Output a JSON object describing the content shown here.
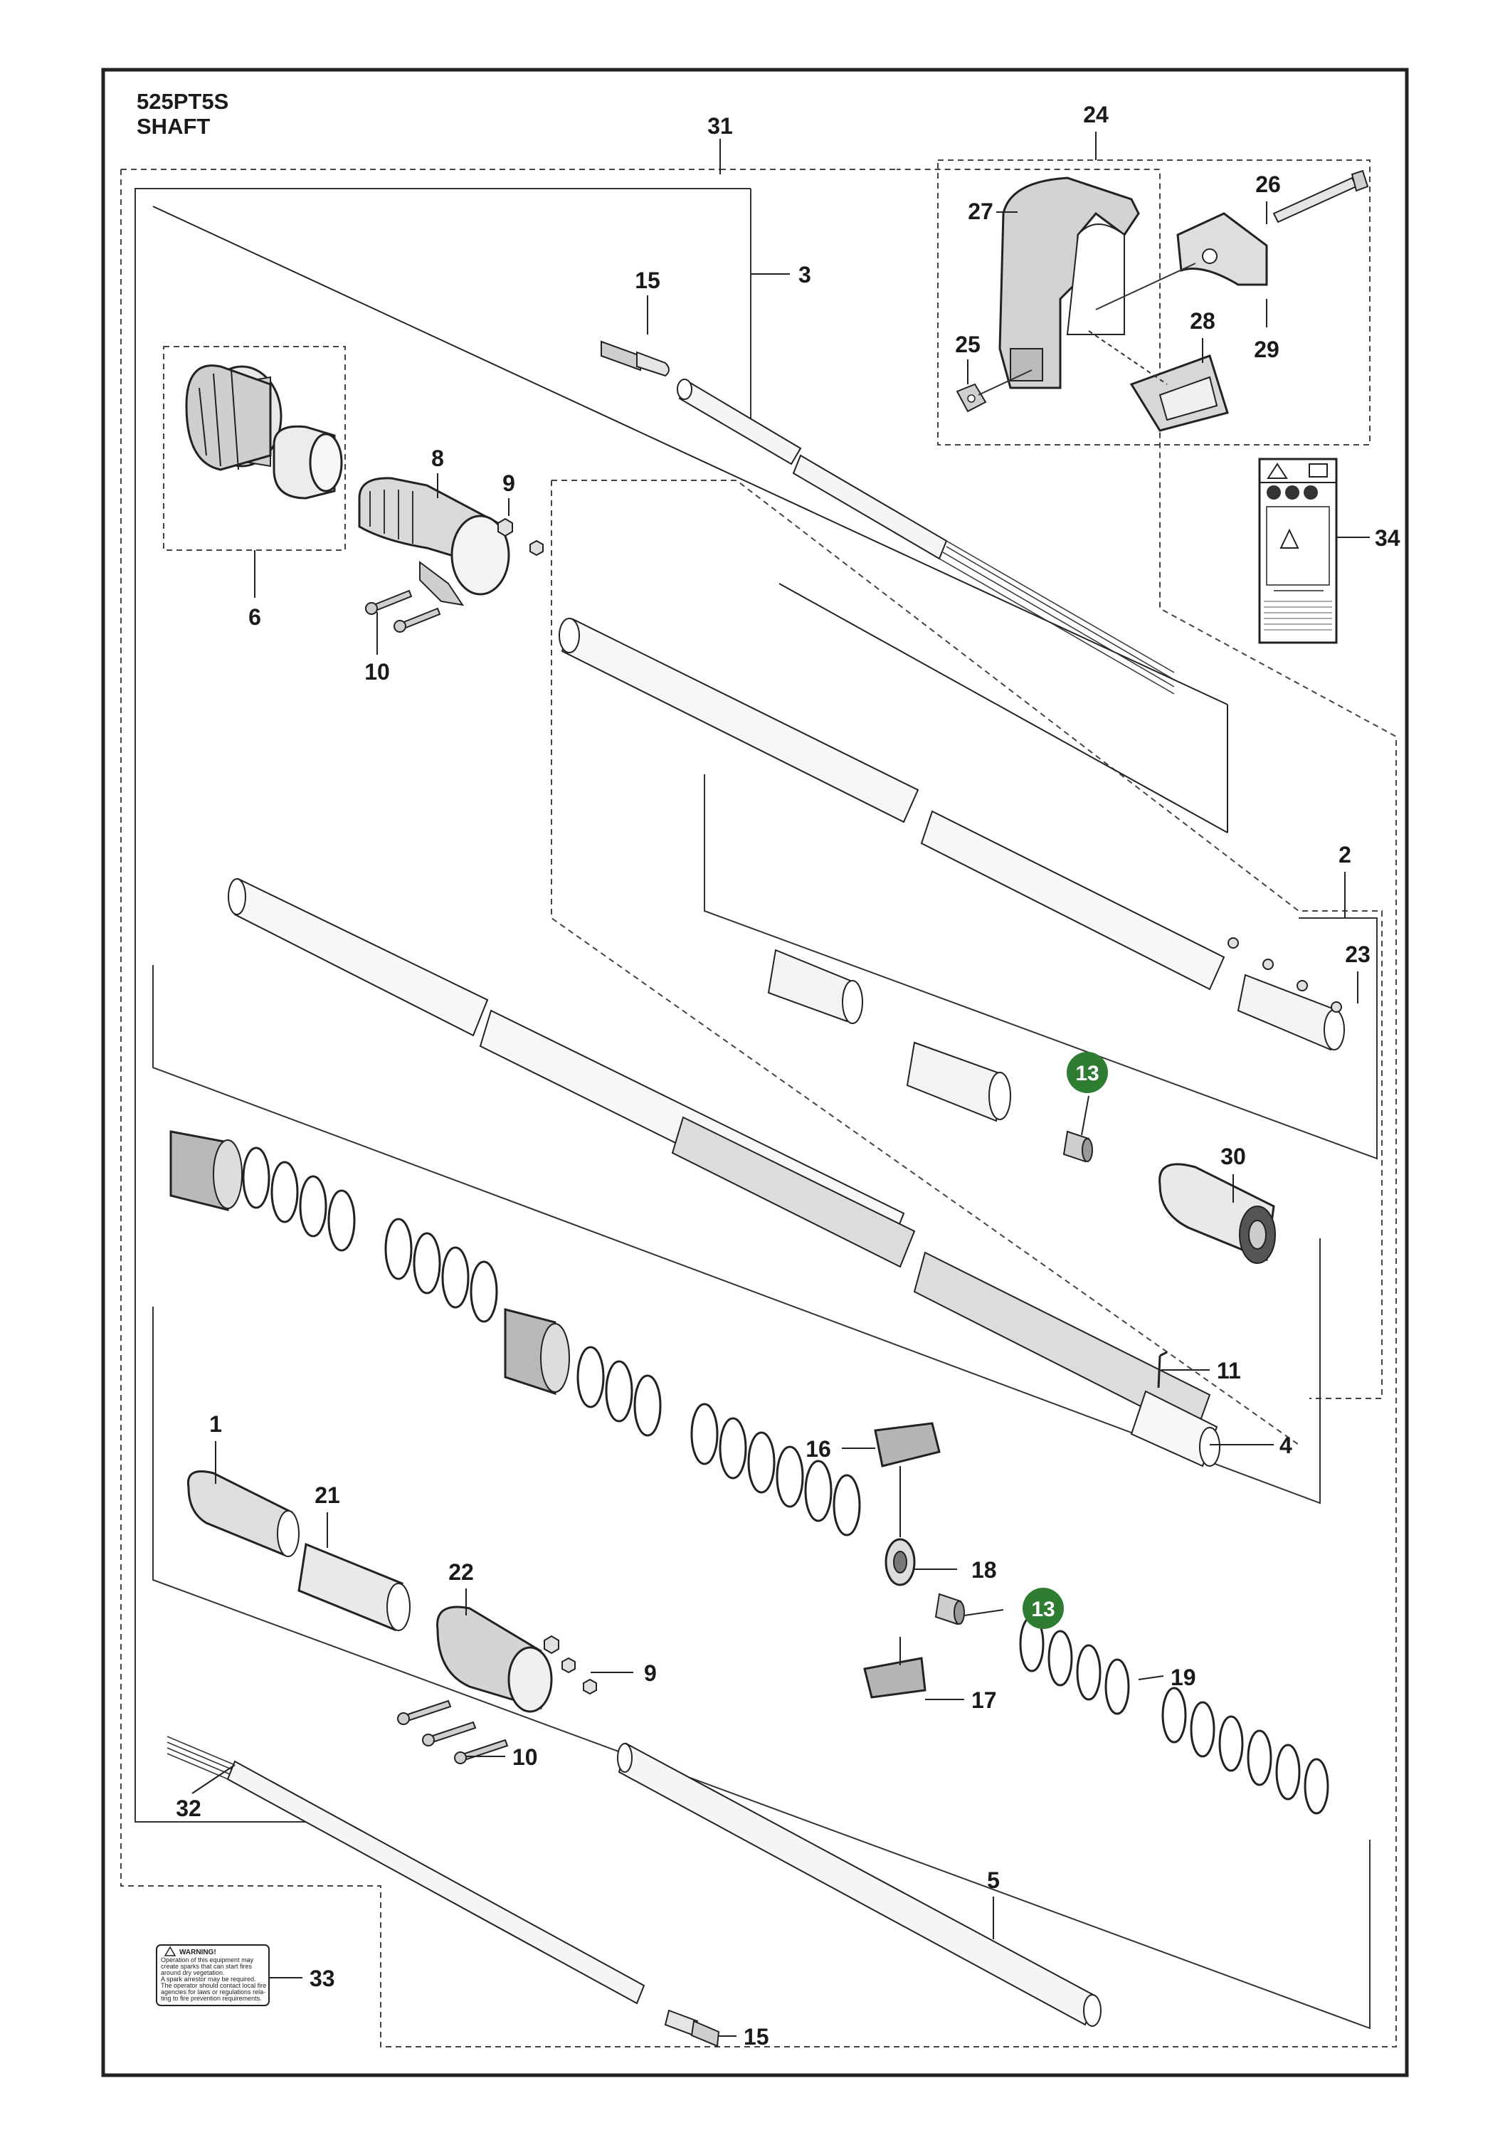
{
  "header": {
    "model": "525PT5S",
    "section": "SHAFT"
  },
  "badge_color": "#2e7d32",
  "callouts": [
    {
      "id": "c31",
      "label": "31"
    },
    {
      "id": "c3",
      "label": "3"
    },
    {
      "id": "c15a",
      "label": "15"
    },
    {
      "id": "c8",
      "label": "8"
    },
    {
      "id": "c9a",
      "label": "9"
    },
    {
      "id": "c6",
      "label": "6"
    },
    {
      "id": "c10a",
      "label": "10"
    },
    {
      "id": "c24",
      "label": "24"
    },
    {
      "id": "c26",
      "label": "26"
    },
    {
      "id": "c27",
      "label": "27"
    },
    {
      "id": "c25",
      "label": "25"
    },
    {
      "id": "c28",
      "label": "28"
    },
    {
      "id": "c29",
      "label": "29"
    },
    {
      "id": "c34",
      "label": "34"
    },
    {
      "id": "c2",
      "label": "2"
    },
    {
      "id": "c23",
      "label": "23"
    },
    {
      "id": "c13a",
      "label": "13",
      "highlight": true
    },
    {
      "id": "c30",
      "label": "30"
    },
    {
      "id": "c11",
      "label": "11"
    },
    {
      "id": "c4",
      "label": "4"
    },
    {
      "id": "c16",
      "label": "16"
    },
    {
      "id": "c1",
      "label": "1"
    },
    {
      "id": "c21",
      "label": "21"
    },
    {
      "id": "c22",
      "label": "22"
    },
    {
      "id": "c18",
      "label": "18"
    },
    {
      "id": "c13b",
      "label": "13",
      "highlight": true
    },
    {
      "id": "c9b",
      "label": "9"
    },
    {
      "id": "c19",
      "label": "19"
    },
    {
      "id": "c17",
      "label": "17"
    },
    {
      "id": "c10b",
      "label": "10"
    },
    {
      "id": "c32",
      "label": "32"
    },
    {
      "id": "c5",
      "label": "5"
    },
    {
      "id": "c33",
      "label": "33"
    },
    {
      "id": "c15b",
      "label": "15"
    }
  ],
  "warning_label": {
    "heading": "WARNING!",
    "lines": [
      "Operation of this equipment may",
      "create sparks that can start fires",
      "around dry vegetation.",
      "A spark arrestor may be required.",
      "The operator should contact local fire",
      "agencies for laws or regulations rela-",
      "ting to fire prevention requirements."
    ]
  }
}
